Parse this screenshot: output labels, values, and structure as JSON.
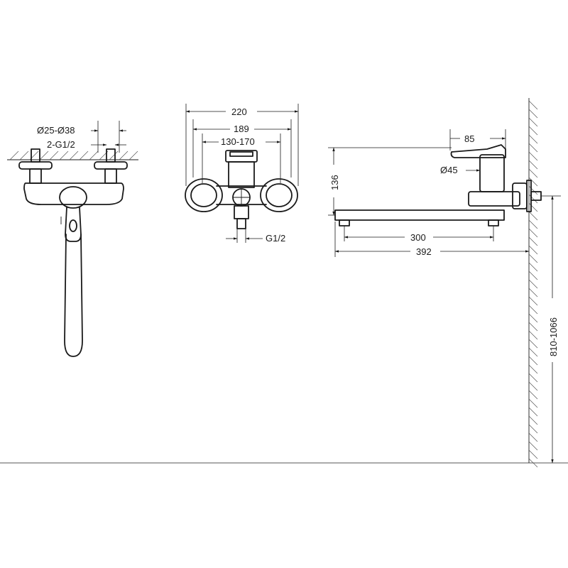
{
  "front_view": {
    "pipe_diameter_label": "Ø25-Ø38",
    "inlet_thread_label": "2-G1/2"
  },
  "top_view": {
    "overall_width_label": "220",
    "handle_span_label": "189",
    "center_distance_label": "130-170",
    "outlet_thread_label": "G1/2"
  },
  "side_view": {
    "body_width_label": "85",
    "body_diameter_label": "Ø45",
    "height_label": "136",
    "spout_length_label": "300",
    "total_reach_label": "392",
    "mounting_height_label": "810-1066"
  }
}
